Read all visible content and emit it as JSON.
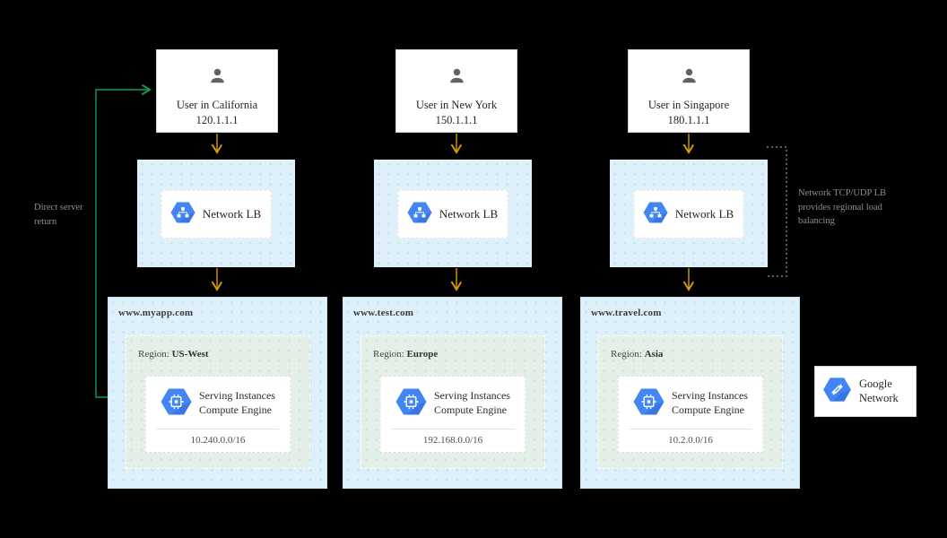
{
  "colors": {
    "background": "#000000",
    "flow_arrow": "#d79b00",
    "return_arrow": "#0a9d58",
    "google_blue": "#4285f4",
    "panel_blue": "#def1fa",
    "panel_mint": "#e3efe7"
  },
  "labels": {
    "direct_server_return": "Direct server return",
    "regional_note": "Network TCP/UDP LB provides regional load balancing"
  },
  "google_network": {
    "label": "Google Network",
    "icon": "google-network-hexagon-icon"
  },
  "columns": [
    {
      "user": {
        "name": "User in California",
        "ip": "120.1.1.1",
        "icon": "person-icon"
      },
      "lb": {
        "label": "Network LB",
        "icon": "network-lb-hexagon-icon"
      },
      "site": {
        "domain": "www.myapp.com",
        "region_label": "Region:",
        "region_name": "US-West",
        "instances": {
          "line1": "Serving Instances",
          "line2": "Compute Engine",
          "cidr": "10.240.0.0/16",
          "icon": "compute-engine-hexagon-icon"
        }
      }
    },
    {
      "user": {
        "name": "User in New York",
        "ip": "150.1.1.1",
        "icon": "person-icon"
      },
      "lb": {
        "label": "Network LB",
        "icon": "network-lb-hexagon-icon"
      },
      "site": {
        "domain": "www.test.com",
        "region_label": "Region:",
        "region_name": "Europe",
        "instances": {
          "line1": "Serving Instances",
          "line2": "Compute Engine",
          "cidr": "192.168.0.0/16",
          "icon": "compute-engine-hexagon-icon"
        }
      }
    },
    {
      "user": {
        "name": "User in Singapore",
        "ip": "180.1.1.1",
        "icon": "person-icon"
      },
      "lb": {
        "label": "Network LB",
        "icon": "network-lb-hexagon-icon"
      },
      "site": {
        "domain": "www.travel.com",
        "region_label": "Region:",
        "region_name": "Asia",
        "instances": {
          "line1": "Serving Instances",
          "line2": "Compute Engine",
          "cidr": "10.2.0.0/16",
          "icon": "compute-engine-hexagon-icon"
        }
      }
    }
  ]
}
